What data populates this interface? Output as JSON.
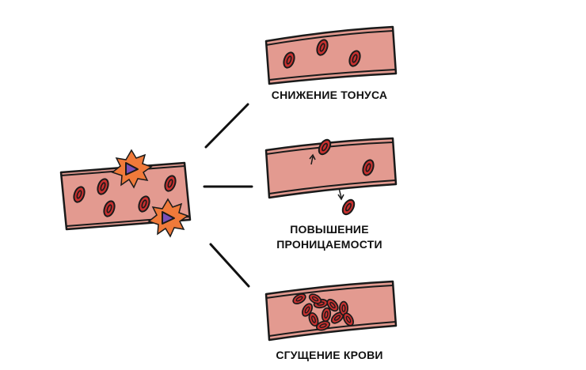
{
  "labels": {
    "reduced_tone": "СНИЖЕНИЕ ТОНУСА",
    "increased_permeability_line1": "ПОВЫШЕНИЕ",
    "increased_permeability_line2": "ПРОНИЦАЕМОСТИ",
    "blood_thickening": "СГУЩЕНИЕ КРОВИ"
  },
  "colors": {
    "vessel_wall": "#e39a90",
    "blood_cell": "#c8302f",
    "outline": "#1a1a1a",
    "spike": "#f07a3a",
    "spike_core": "#7b4fb8"
  },
  "icons": [
    "vessel",
    "red-blood-cell",
    "virus-spike-icon",
    "arrow-icon"
  ]
}
